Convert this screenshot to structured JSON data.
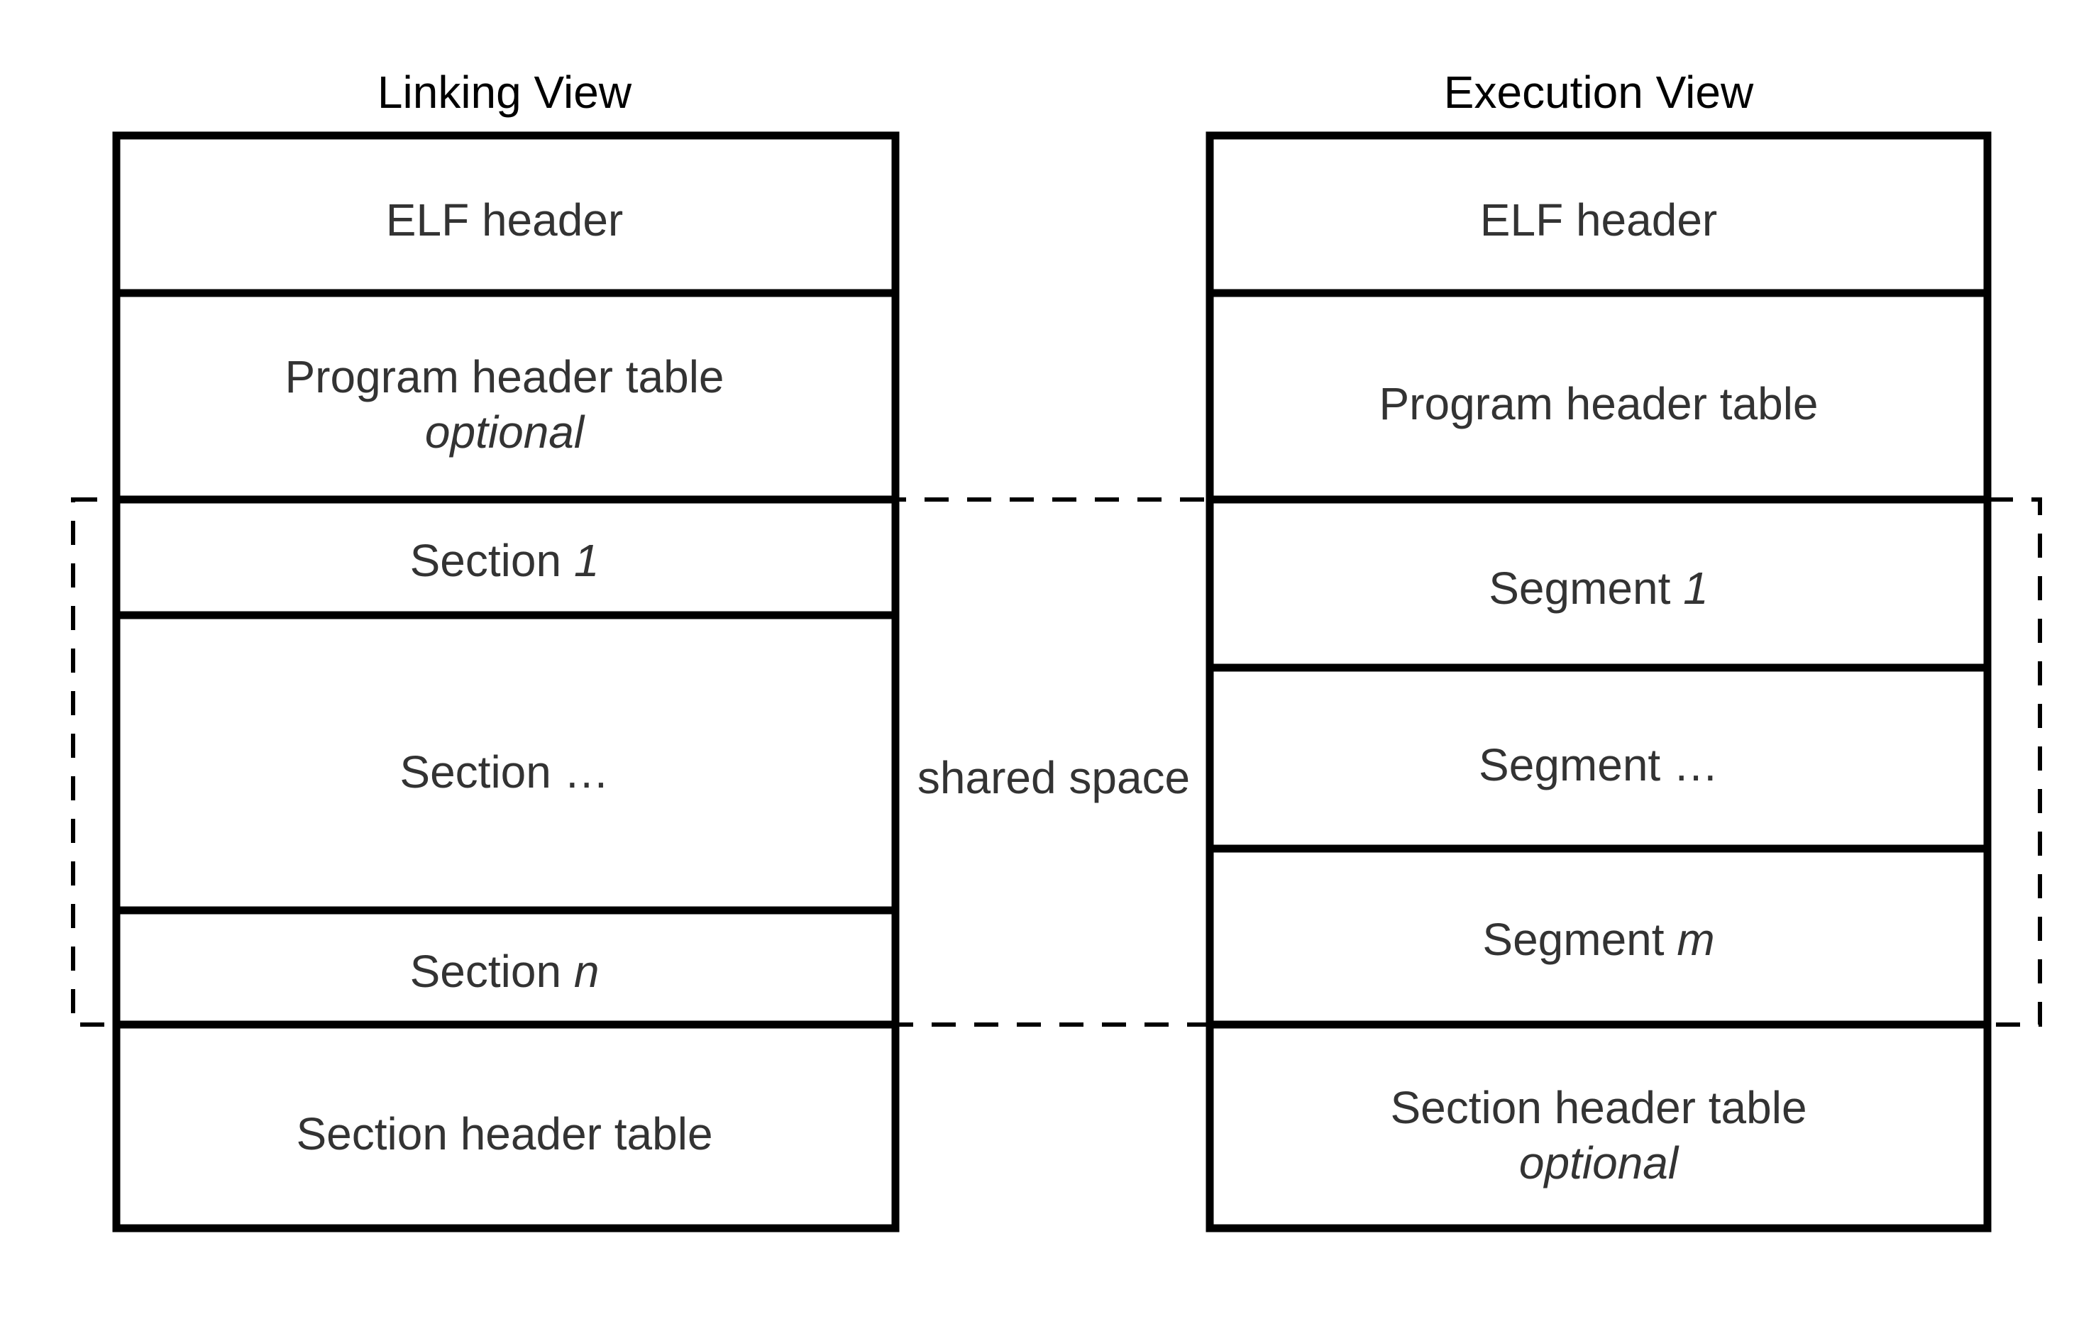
{
  "linking_view": {
    "title": "Linking View",
    "blocks": [
      {
        "lines": [
          [
            {
              "text": "ELF header",
              "italic": false
            }
          ]
        ]
      },
      {
        "lines": [
          [
            {
              "text": "Program header table",
              "italic": false
            }
          ],
          [
            {
              "text": "optional",
              "italic": true
            }
          ]
        ]
      },
      {
        "lines": [
          [
            {
              "text": "Section ",
              "italic": false
            },
            {
              "text": "1",
              "italic": true
            }
          ]
        ]
      },
      {
        "lines": [
          [
            {
              "text": "Section …",
              "italic": false
            }
          ]
        ]
      },
      {
        "lines": [
          [
            {
              "text": "Section ",
              "italic": false
            },
            {
              "text": "n",
              "italic": true
            }
          ]
        ]
      },
      {
        "lines": [
          [
            {
              "text": "Section header table",
              "italic": false
            }
          ]
        ]
      }
    ]
  },
  "execution_view": {
    "title": "Execution View",
    "blocks": [
      {
        "lines": [
          [
            {
              "text": "ELF header",
              "italic": false
            }
          ]
        ]
      },
      {
        "lines": [
          [
            {
              "text": "Program header table",
              "italic": false
            }
          ]
        ]
      },
      {
        "lines": [
          [
            {
              "text": "Segment ",
              "italic": false
            },
            {
              "text": "1",
              "italic": true
            }
          ]
        ]
      },
      {
        "lines": [
          [
            {
              "text": "Segment …",
              "italic": false
            }
          ]
        ]
      },
      {
        "lines": [
          [
            {
              "text": "Segment ",
              "italic": false
            },
            {
              "text": "m",
              "italic": true
            }
          ]
        ]
      },
      {
        "lines": [
          [
            {
              "text": "Section header table",
              "italic": false
            }
          ],
          [
            {
              "text": "optional",
              "italic": true
            }
          ]
        ]
      }
    ]
  },
  "shared_region": {
    "label": "shared space"
  },
  "colors": {
    "outline": "#000000",
    "text": "#333333",
    "title": "#000000",
    "background": "#ffffff"
  }
}
